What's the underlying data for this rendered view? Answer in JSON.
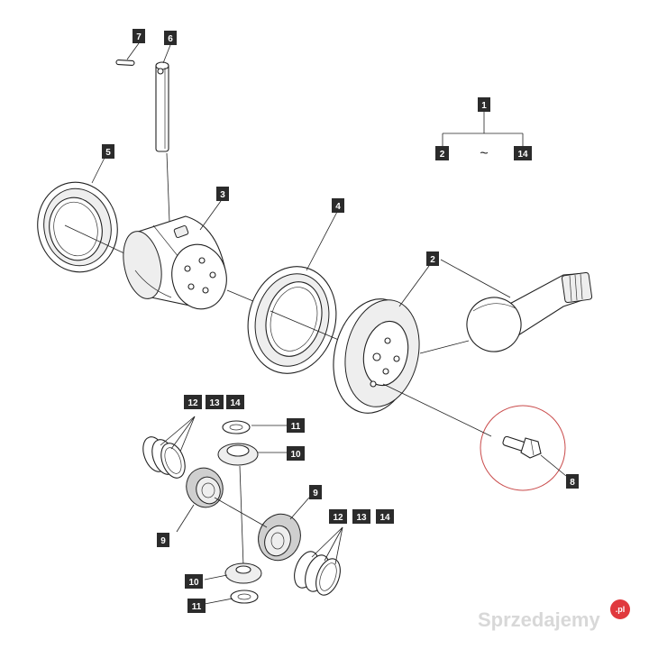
{
  "callouts": {
    "c1": "1",
    "c2a": "2",
    "c14a": "14",
    "tilde": "~",
    "c2": "2",
    "c3": "3",
    "c4": "4",
    "c5": "5",
    "c6": "6",
    "c7": "7",
    "c8": "8",
    "c9a": "9",
    "c9b": "9",
    "c10a": "10",
    "c10b": "10",
    "c11a": "11",
    "c11b": "11",
    "c12a": "12",
    "c13a": "13",
    "c14b": "14",
    "c12b": "12",
    "c13b": "13",
    "c14c": "14"
  },
  "watermark": {
    "text": "Sprzedajemy",
    "suffix": ".pl"
  },
  "colors": {
    "highlight_circle": "#c94a4a",
    "label_bg": "#2b2b2b",
    "watermark_badge": "#e0393e"
  }
}
